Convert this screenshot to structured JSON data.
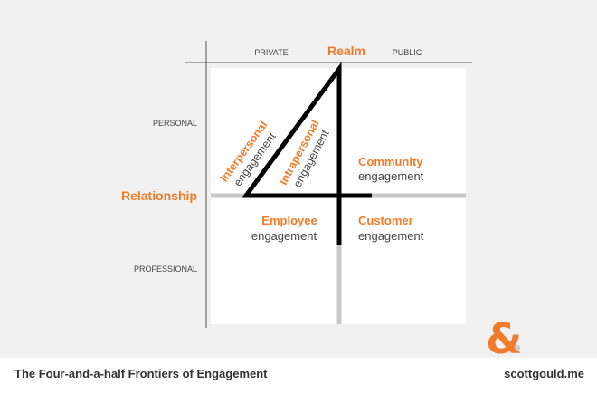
{
  "axes": {
    "realm_label": "Realm",
    "private_label": "PRIVATE",
    "public_label": "PUBLIC",
    "relationship_label": "Relationship",
    "personal_label": "PERSONAL",
    "professional_label": "PROFESSIONAL"
  },
  "frontiers": {
    "interpersonal": "Interpersonal",
    "intrapersonal": "Intrapersonal",
    "community": "Community",
    "employee": "Employee",
    "customer": "Customer",
    "engagement_word": "engagement"
  },
  "footer": {
    "title": "The Four-and-a-half Frontiers of Engagement",
    "site": "scottgould.me"
  },
  "colors": {
    "accent": "#f07c2b",
    "text": "#444444",
    "grey_axis": "#c8c8c8",
    "black_line": "#000000"
  }
}
